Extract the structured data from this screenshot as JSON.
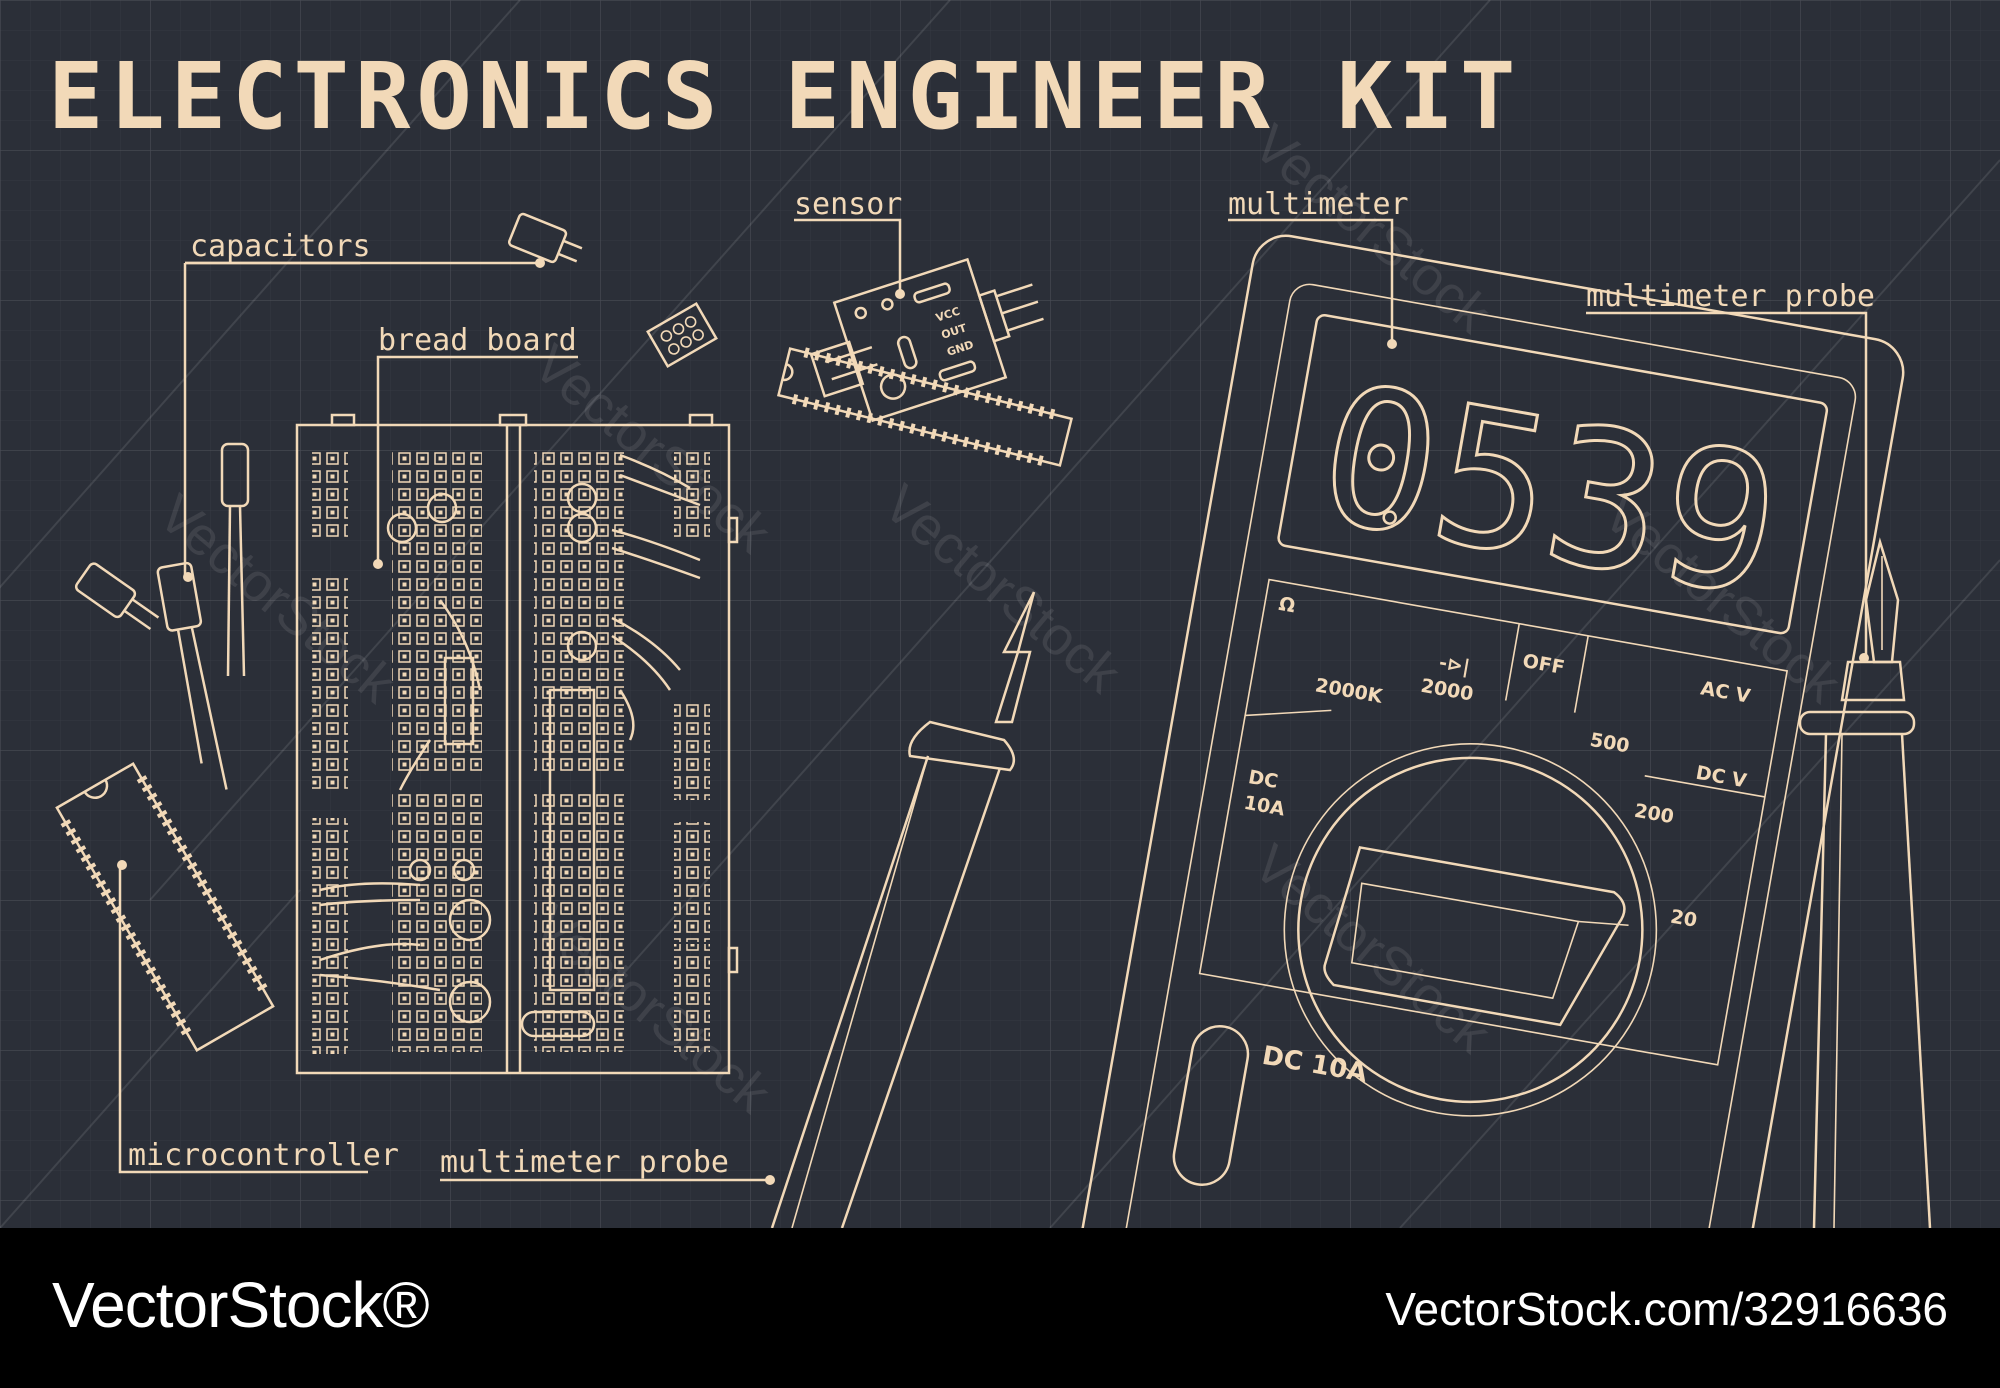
{
  "title": "ELECTRONICS ENGINEER KIT",
  "labels": {
    "capacitors": "capacitors",
    "bread_board": "bread board",
    "sensor": "sensor",
    "multimeter": "multimeter",
    "probe_right": "multimeter probe",
    "probe_left": "multimeter probe",
    "microcontroller": "microcontroller"
  },
  "sensor_pins": [
    "VCC",
    "OUT",
    "GND"
  ],
  "multimeter": {
    "display": "0539",
    "dial": {
      "ohm": "Ω",
      "r2000k": "2000K",
      "diode": "-⊳|",
      "r2000": "2000",
      "off": "OFF",
      "acv": "AC V",
      "v500": "500",
      "dcv": "DC V",
      "v200": "200",
      "v20": "20",
      "dc": "DC",
      "a10": "10A"
    },
    "jack": "DC 10A"
  },
  "watermark": "VectorStock",
  "footer": {
    "brand": "VectorStock®",
    "id": "VectorStock.com/32916636"
  },
  "colors": {
    "background": "#2b2f38",
    "ink": "#f2d9b8",
    "footer": "#000000"
  }
}
